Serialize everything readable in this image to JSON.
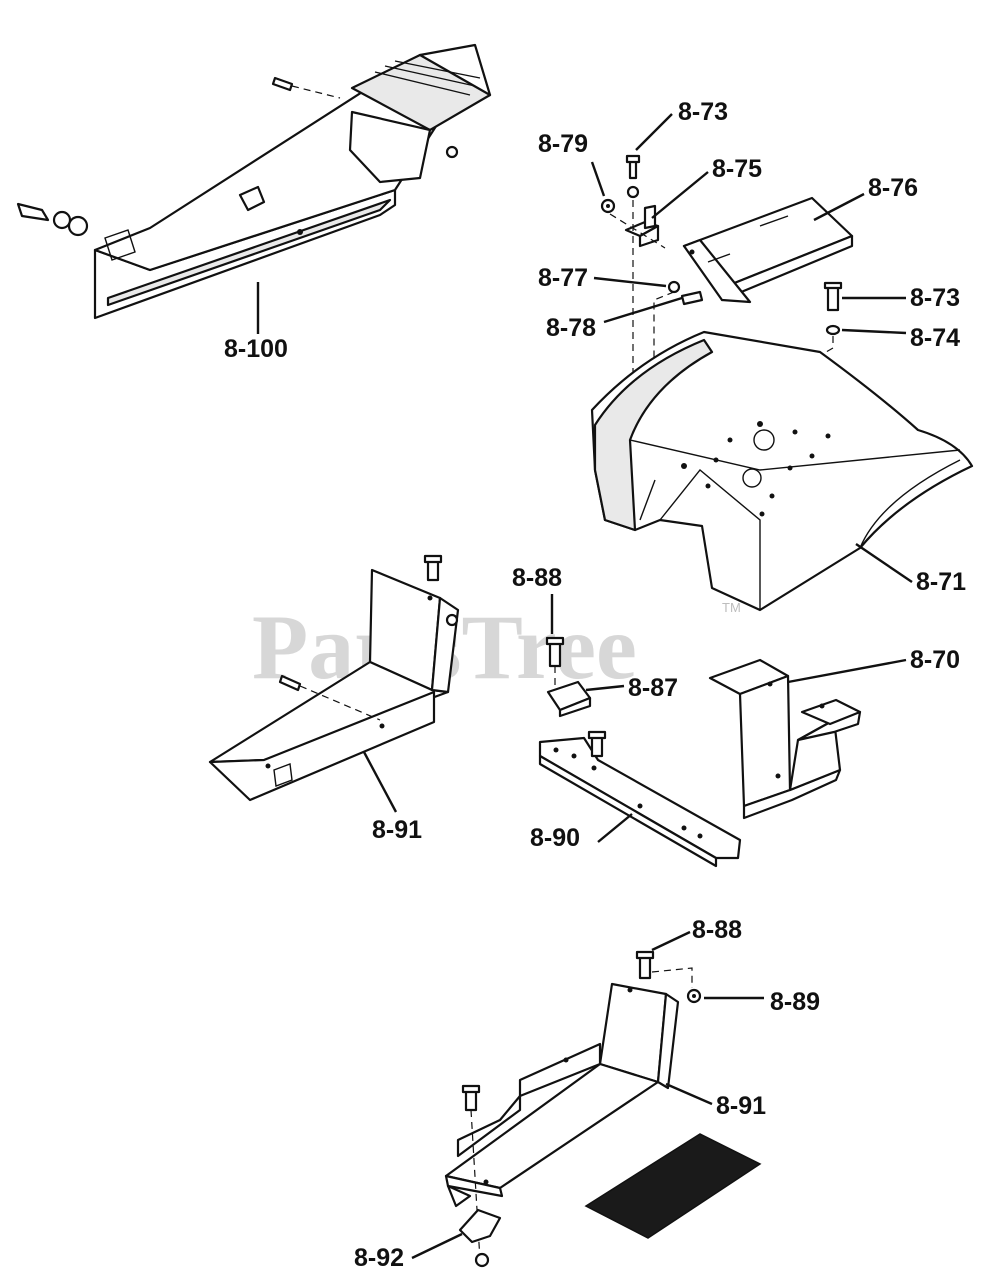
{
  "watermark": {
    "text": "PartsTree",
    "trademark": "TM"
  },
  "callouts": {
    "c_8_100": "8-100",
    "c_8_73_top": "8-73",
    "c_8_79": "8-79",
    "c_8_75": "8-75",
    "c_8_76": "8-76",
    "c_8_77": "8-77",
    "c_8_78": "8-78",
    "c_8_73_right": "8-73",
    "c_8_74": "8-74",
    "c_8_71": "8-71",
    "c_8_88_mid": "8-88",
    "c_8_87": "8-87",
    "c_8_70": "8-70",
    "c_8_91_left": "8-91",
    "c_8_90": "8-90",
    "c_8_88_bottom": "8-88",
    "c_8_89": "8-89",
    "c_8_91_bottom": "8-91",
    "c_8_92": "8-92"
  }
}
